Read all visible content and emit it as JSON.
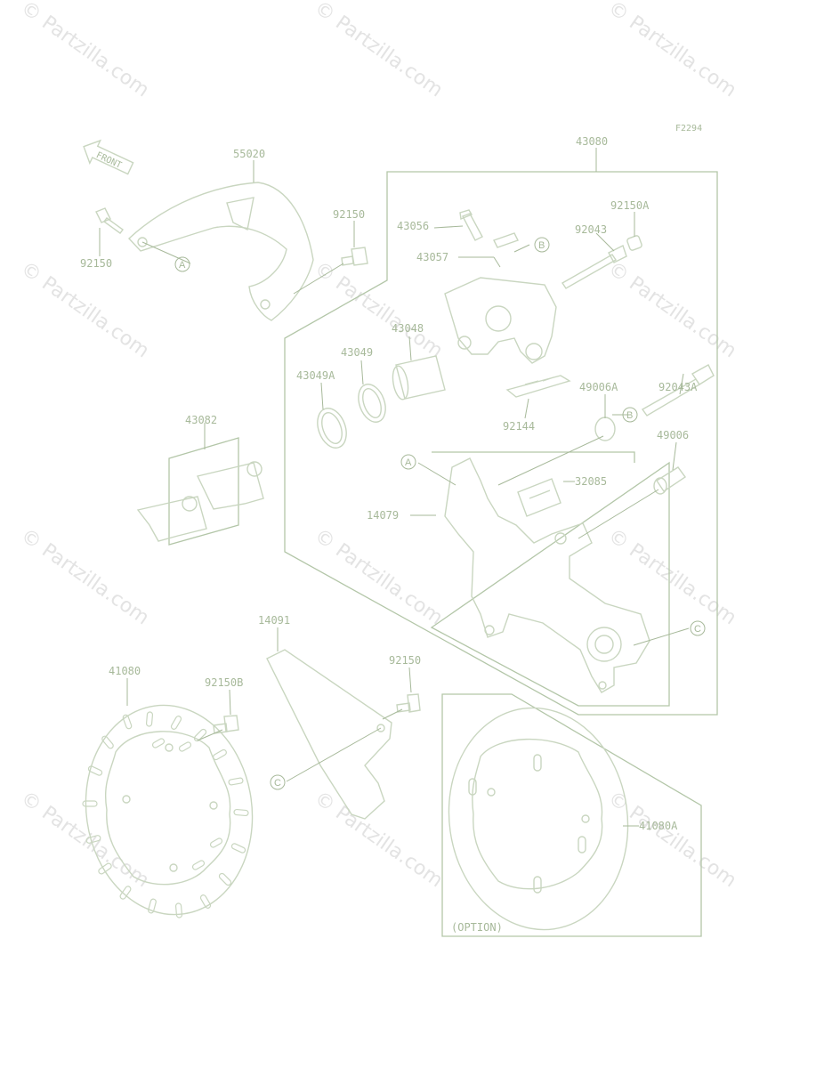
{
  "figure_code": "F2294",
  "watermark": "© Partzilla.com",
  "front_arrow": "FRONT",
  "option_note": "(OPTION)",
  "part_labels": {
    "p55020": "55020",
    "p43080": "43080",
    "p92150_top_left": "92150",
    "p92150_mid": "92150",
    "p92150A": "92150A",
    "p43056": "43056",
    "p43057": "43057",
    "p92043": "92043",
    "p43048": "43048",
    "p43049": "43049",
    "p43049A": "43049A",
    "p92043A": "92043A",
    "p49006A": "49006A",
    "p92144": "92144",
    "p49006": "49006",
    "p43082": "43082",
    "p32085": "32085",
    "p14079": "14079",
    "p14091": "14091",
    "p41080": "41080",
    "p92150B": "92150B",
    "p92150_bottom": "92150",
    "p41080A": "41080A"
  },
  "ref_markers": {
    "a1": "A",
    "a2": "A",
    "b1": "B",
    "b2": "B",
    "c1": "C",
    "c2": "C"
  }
}
